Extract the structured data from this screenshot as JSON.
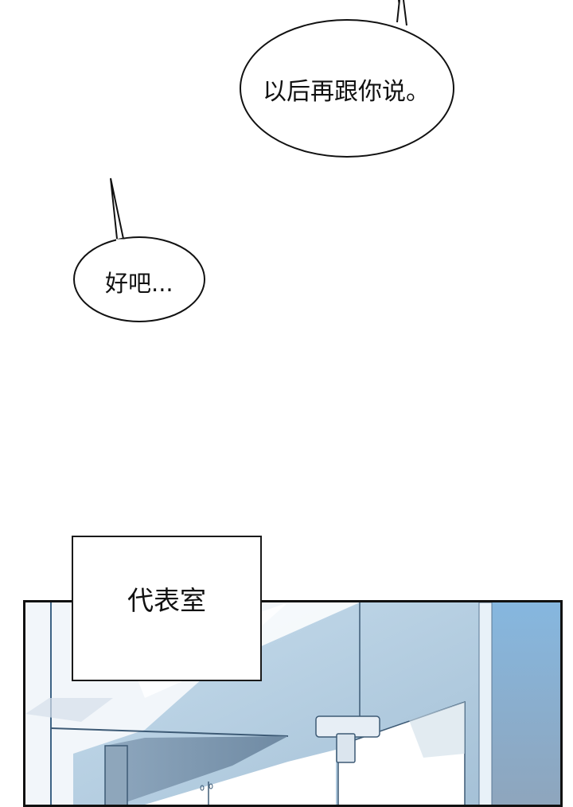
{
  "page": {
    "type": "webcomic-page",
    "background": "#ffffff"
  },
  "bubbles": [
    {
      "id": "bubble-1",
      "text": "以后再跟你说。"
    },
    {
      "id": "bubble-2",
      "text": "好吧..."
    }
  ],
  "caption": {
    "text": "代表室"
  },
  "panel": {
    "scene": "office-interior",
    "colors": {
      "glass_light": "#c9dcea",
      "glass_mid": "#a9c6dc",
      "wall_blue": "#86b3d9",
      "wall_blue_bottom": "#8fa6bd",
      "cabinet_top": "#7f98b0",
      "frame_line": "#3d5a75",
      "border": "#111111"
    }
  }
}
